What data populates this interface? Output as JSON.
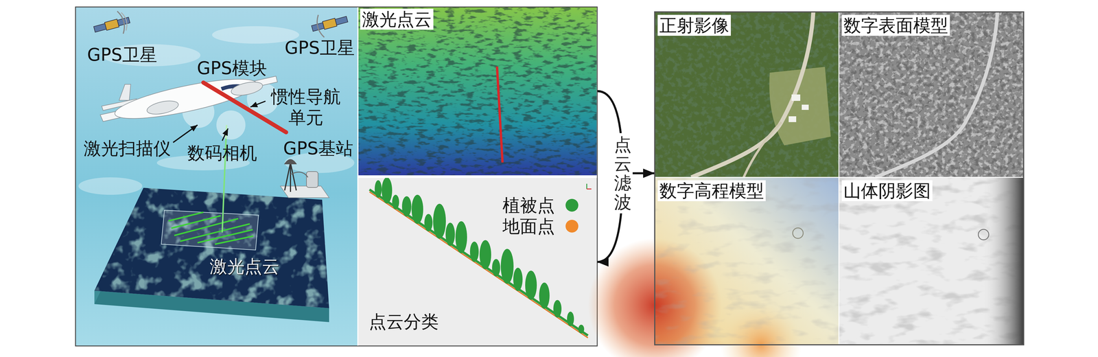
{
  "diagram": {
    "nodes": [
      {
        "text": [
          "激光点云"
        ]
      },
      {
        "text": [
          "点云分类"
        ]
      },
      {
        "text": [
          "正射影像"
        ]
      },
      {
        "text": [
          "数字表面模型"
        ]
      },
      {
        "text": [
          "数字高程模型"
        ]
      },
      {
        "text": [
          "山体阴影图"
        ]
      }
    ],
    "edges": [
      {
        "from": 0,
        "to": 1,
        "label": "点云滤波",
        "arrow": "to"
      },
      {
        "from": 0,
        "to": 2,
        "arrow": "to"
      }
    ],
    "labels": [
      "GPS卫星",
      "GPS卫星",
      "GPS模块",
      "惯性导航 单元",
      "激光扫描仪",
      "数码相机",
      "GPS基站",
      "激光点云"
    ],
    "legend": [
      {
        "text": "植被点",
        "color": "#2e9b3c"
      },
      {
        "text": "地面点",
        "color": "#f08a2c"
      }
    ]
  }
}
